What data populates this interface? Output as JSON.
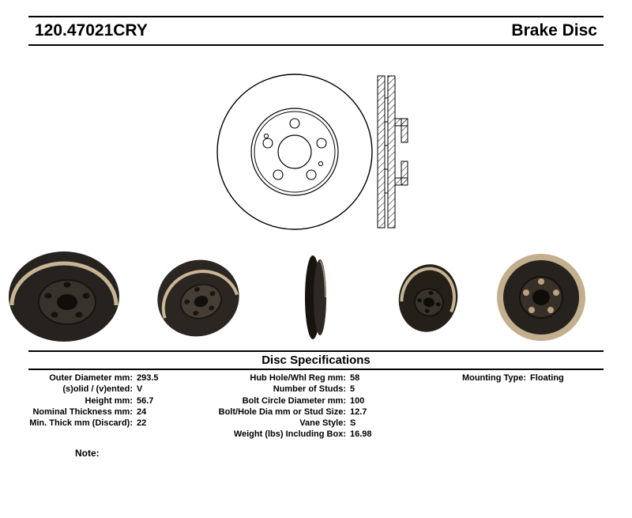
{
  "header": {
    "part_number": "120.47021CRY",
    "product_name": "Brake Disc"
  },
  "specs": {
    "title": "Disc Specifications",
    "left": [
      {
        "label": "Outer Diameter mm:",
        "value": "293.5"
      },
      {
        "label": "(s)olid / (v)ented:",
        "value": "V"
      },
      {
        "label": "Height mm:",
        "value": "56.7"
      },
      {
        "label": "Nominal Thickness mm:",
        "value": "24"
      },
      {
        "label": "Min. Thick mm (Discard):",
        "value": "22"
      }
    ],
    "middle": [
      {
        "label": "Hub Hole/Whl Reg mm:",
        "value": "58"
      },
      {
        "label": "Number of Studs:",
        "value": "5"
      },
      {
        "label": "Bolt Circle Diameter mm:",
        "value": "100"
      },
      {
        "label": "Bolt/Hole Dia mm or Stud Size:",
        "value": "12.7"
      },
      {
        "label": "Vane Style:",
        "value": "S"
      },
      {
        "label": "Weight (lbs) Including Box:",
        "value": "16.98"
      }
    ],
    "right": [
      {
        "label": "Mounting Type:",
        "value": "Floating"
      }
    ]
  },
  "note_label": "Note:",
  "colors": {
    "ink": "#000000",
    "photo_rim": "#c7b494",
    "photo_face": "#26221e"
  }
}
